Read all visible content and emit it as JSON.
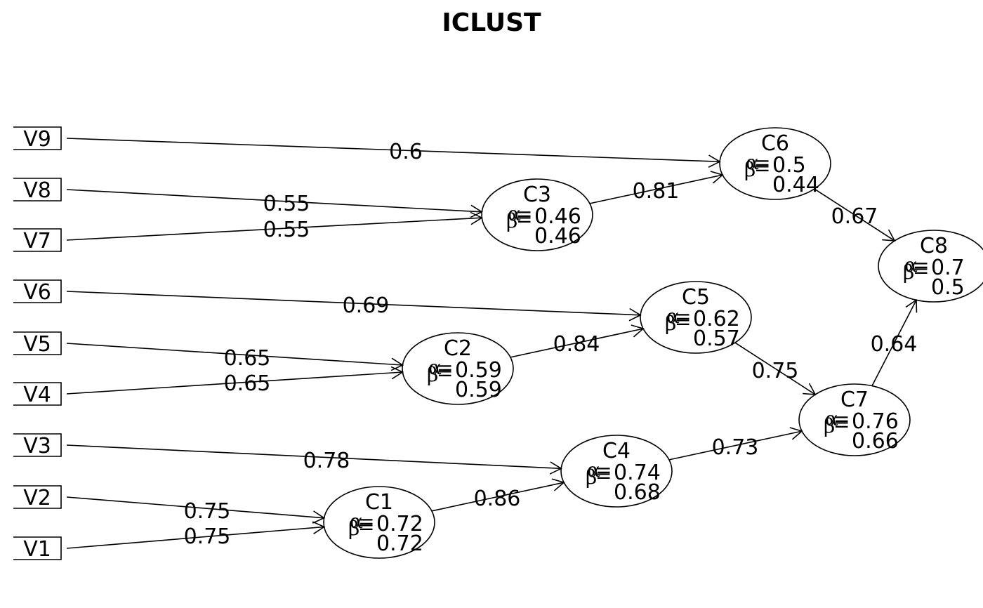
{
  "title": "ICLUST",
  "variables": [
    {
      "id": "V9",
      "label": "V9"
    },
    {
      "id": "V8",
      "label": "V8"
    },
    {
      "id": "V7",
      "label": "V7"
    },
    {
      "id": "V6",
      "label": "V6"
    },
    {
      "id": "V5",
      "label": "V5"
    },
    {
      "id": "V4",
      "label": "V4"
    },
    {
      "id": "V3",
      "label": "V3"
    },
    {
      "id": "V2",
      "label": "V2"
    },
    {
      "id": "V1",
      "label": "V1"
    }
  ],
  "clusters": [
    {
      "id": "C1",
      "label": "C1",
      "alpha": "0.72",
      "beta": "0.72"
    },
    {
      "id": "C2",
      "label": "C2",
      "alpha": "0.59",
      "beta": "0.59"
    },
    {
      "id": "C3",
      "label": "C3",
      "alpha": "0.46",
      "beta": "0.46"
    },
    {
      "id": "C4",
      "label": "C4",
      "alpha": "0.74",
      "beta": "0.68"
    },
    {
      "id": "C5",
      "label": "C5",
      "alpha": "0.62",
      "beta": "0.57"
    },
    {
      "id": "C6",
      "label": "C6",
      "alpha": "0.5",
      "beta": "0.44"
    },
    {
      "id": "C7",
      "label": "C7",
      "alpha": "0.76",
      "beta": "0.66"
    },
    {
      "id": "C8",
      "label": "C8",
      "alpha": "0.7",
      "beta": "0.5"
    }
  ],
  "symbols": {
    "alpha": "α",
    "beta": "β",
    "eq": "="
  },
  "edges": [
    {
      "from": "V9",
      "to": "C6",
      "label": "0.6"
    },
    {
      "from": "V8",
      "to": "C3",
      "label": "0.55"
    },
    {
      "from": "V7",
      "to": "C3",
      "label": "0.55"
    },
    {
      "from": "V6",
      "to": "C5",
      "label": "0.69"
    },
    {
      "from": "V5",
      "to": "C2",
      "label": "0.65"
    },
    {
      "from": "V4",
      "to": "C2",
      "label": "0.65"
    },
    {
      "from": "V3",
      "to": "C4",
      "label": "0.78"
    },
    {
      "from": "V2",
      "to": "C1",
      "label": "0.75"
    },
    {
      "from": "V1",
      "to": "C1",
      "label": "0.75"
    },
    {
      "from": "C3",
      "to": "C6",
      "label": "0.81"
    },
    {
      "from": "C6",
      "to": "C8",
      "label": "0.67"
    },
    {
      "from": "C2",
      "to": "C5",
      "label": "0.84"
    },
    {
      "from": "C5",
      "to": "C7",
      "label": "0.75"
    },
    {
      "from": "C1",
      "to": "C4",
      "label": "0.86"
    },
    {
      "from": "C4",
      "to": "C7",
      "label": "0.73"
    },
    {
      "from": "C7",
      "to": "C8",
      "label": "0.64"
    }
  ]
}
